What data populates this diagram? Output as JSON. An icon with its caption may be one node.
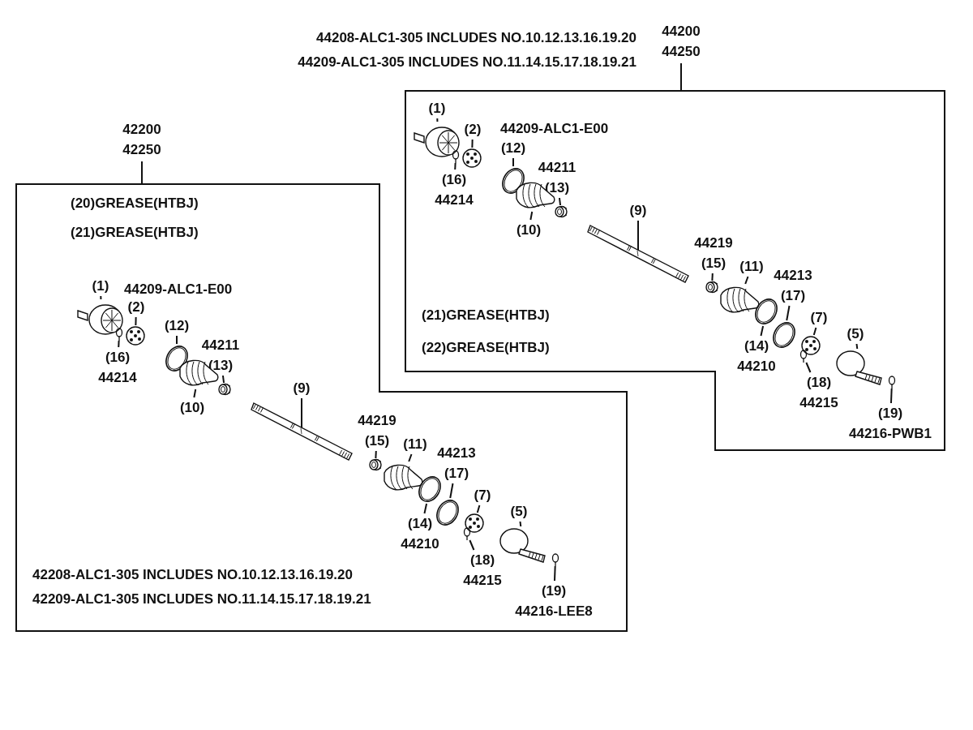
{
  "diagram": {
    "nodes": [
      {
        "text": [
          "44200 44250"
        ]
      },
      {
        "text": [
          "44209-ALC1-E00",
          "(21)GREASE(HTBJ)",
          "(22)GREASE(HTBJ)"
        ]
      },
      {
        "text": [
          "(1)"
        ],
        "in": 1
      },
      {
        "text": [],
        "shape": "picture",
        "in": 1
      },
      {
        "text": [
          "(2)"
        ],
        "in": 1
      },
      {
        "text": [],
        "shape": "picture",
        "in": 1
      },
      {
        "text": [
          "(16)",
          "44214"
        ],
        "in": 1
      },
      {
        "text": [],
        "shape": "picture",
        "in": 1
      },
      {
        "text": [
          "(12)"
        ],
        "in": 1
      },
      {
        "text": [],
        "shape": "picture",
        "in": 1
      },
      {
        "text": [
          "44211",
          "(13)"
        ],
        "in": 1
      },
      {
        "text": [],
        "shape": "picture",
        "in": 1
      },
      {
        "text": [
          "(10)"
        ],
        "in": 1
      },
      {
        "text": [],
        "shape": "picture",
        "in": 1
      },
      {
        "text": [
          "(9)"
        ],
        "in": 1
      },
      {
        "text": [],
        "shape": "picture",
        "in": 1
      },
      {
        "text": [
          "44219",
          "(15)"
        ],
        "in": 1
      },
      {
        "text": [],
        "shape": "picture",
        "in": 1
      },
      {
        "text": [
          "(11)"
        ],
        "in": 1
      },
      {
        "text": [],
        "shape": "picture",
        "in": 1
      },
      {
        "text": [
          "44213",
          "(17)"
        ],
        "in": 1
      },
      {
        "text": [],
        "shape": "picture",
        "in": 1
      },
      {
        "text": [
          "(14)",
          "44210"
        ],
        "in": 1
      },
      {
        "text": [],
        "shape": "picture",
        "in": 1
      },
      {
        "text": [
          "(7)"
        ],
        "in": 1
      },
      {
        "text": [],
        "shape": "picture",
        "in": 1
      },
      {
        "text": [
          "(5)"
        ],
        "in": 1
      },
      {
        "text": [],
        "shape": "picture",
        "in": 1
      },
      {
        "text": [
          "(18)",
          "44215"
        ],
        "in": 1
      },
      {
        "text": [],
        "shape": "picture",
        "in": 1
      },
      {
        "text": [
          "(19)",
          "44216-PWB1"
        ],
        "in": 1
      },
      {
        "text": [],
        "shape": "picture",
        "in": 1
      },
      {
        "text": [
          "42200 42250"
        ]
      },
      {
        "text": [
          "(20)GREASE(HTBJ)",
          "(21)GREASE(HTBJ)",
          "44209-ALC1-E00",
          "42208-ALC1-305 INCLUDES NO.10.12.13.16.19.20",
          "42209-ALC1-305 INCLUDES NO.11.14.15.17.18.19.21"
        ]
      },
      {
        "text": [
          "(1)"
        ],
        "in": 33
      },
      {
        "text": [],
        "shape": "picture",
        "in": 33
      },
      {
        "text": [
          "(2)"
        ],
        "in": 33
      },
      {
        "text": [],
        "shape": "picture",
        "in": 33
      },
      {
        "text": [
          "(16)",
          "44214"
        ],
        "in": 33
      },
      {
        "text": [],
        "shape": "picture",
        "in": 33
      },
      {
        "text": [
          "(12)"
        ],
        "in": 33
      },
      {
        "text": [],
        "shape": "picture",
        "in": 33
      },
      {
        "text": [
          "44211",
          "(13)"
        ],
        "in": 33
      },
      {
        "text": [],
        "shape": "picture",
        "in": 33
      },
      {
        "text": [
          "(10)"
        ],
        "in": 33
      },
      {
        "text": [],
        "shape": "picture",
        "in": 33
      },
      {
        "text": [
          "(9)"
        ],
        "in": 33
      },
      {
        "text": [],
        "shape": "picture",
        "in": 33
      },
      {
        "text": [
          "44219",
          "(15)"
        ],
        "in": 33
      },
      {
        "text": [],
        "shape": "picture",
        "in": 33
      },
      {
        "text": [
          "(11)"
        ],
        "in": 33
      },
      {
        "text": [],
        "shape": "picture",
        "in": 33
      },
      {
        "text": [
          "44213",
          "(17)"
        ],
        "in": 33
      },
      {
        "text": [],
        "shape": "picture",
        "in": 33
      },
      {
        "text": [
          "(14)",
          "44210"
        ],
        "in": 33
      },
      {
        "text": [],
        "shape": "picture",
        "in": 33
      },
      {
        "text": [
          "(7)"
        ],
        "in": 33
      },
      {
        "text": [],
        "shape": "picture",
        "in": 33
      },
      {
        "text": [
          "(5)"
        ],
        "in": 33
      },
      {
        "text": [],
        "shape": "picture",
        "in": 33
      },
      {
        "text": [
          "(18)",
          "44215"
        ],
        "in": 33
      },
      {
        "text": [],
        "shape": "picture",
        "in": 33
      },
      {
        "text": [
          "(19)",
          "44216-LEE8"
        ],
        "in": 33
      },
      {
        "text": [],
        "shape": "picture",
        "in": 33
      }
    ],
    "edges": [
      {
        "from": 0,
        "to": 1,
        "arrow": "none"
      },
      {
        "from": 2,
        "to": 3,
        "arrow": "none"
      },
      {
        "from": 4,
        "to": 5,
        "arrow": "none"
      },
      {
        "from": 6,
        "to": 7,
        "arrow": "none"
      },
      {
        "from": 8,
        "to": 9,
        "arrow": "none"
      },
      {
        "from": 10,
        "to": 11,
        "arrow": "none"
      },
      {
        "from": 12,
        "to": 13,
        "arrow": "none"
      },
      {
        "from": 14,
        "to": 15,
        "arrow": "none"
      },
      {
        "from": 16,
        "to": 17,
        "arrow": "none"
      },
      {
        "from": 18,
        "to": 19,
        "arrow": "none"
      },
      {
        "from": 20,
        "to": 21,
        "arrow": "none"
      },
      {
        "from": 22,
        "to": 23,
        "arrow": "none"
      },
      {
        "from": 24,
        "to": 25,
        "arrow": "none"
      },
      {
        "from": 26,
        "to": 27,
        "arrow": "none"
      },
      {
        "from": 28,
        "to": 29,
        "arrow": "none"
      },
      {
        "from": 30,
        "to": 31,
        "arrow": "none"
      },
      {
        "from": 32,
        "to": 33,
        "arrow": "none"
      },
      {
        "from": 34,
        "to": 35,
        "arrow": "none"
      },
      {
        "from": 36,
        "to": 37,
        "arrow": "none"
      },
      {
        "from": 38,
        "to": 39,
        "arrow": "none"
      },
      {
        "from": 40,
        "to": 41,
        "arrow": "none"
      },
      {
        "from": 42,
        "to": 43,
        "arrow": "none"
      },
      {
        "from": 44,
        "to": 45,
        "arrow": "none"
      },
      {
        "from": 46,
        "to": 47,
        "arrow": "none"
      },
      {
        "from": 48,
        "to": 49,
        "arrow": "none"
      },
      {
        "from": 50,
        "to": 51,
        "arrow": "none"
      },
      {
        "from": 52,
        "to": 53,
        "arrow": "none"
      },
      {
        "from": 54,
        "to": 55,
        "arrow": "none"
      },
      {
        "from": 56,
        "to": 57,
        "arrow": "none"
      },
      {
        "from": 58,
        "to": 59,
        "arrow": "none"
      },
      {
        "from": 60,
        "to": 61,
        "arrow": "none"
      },
      {
        "from": 62,
        "to": 63,
        "arrow": "none"
      }
    ],
    "labels": [
      "44208-ALC1-305 INCLUDES NO.10.12.13.16.19.20",
      "44209-ALC1-305 INCLUDES NO.11.14.15.17.18.19.21"
    ]
  }
}
